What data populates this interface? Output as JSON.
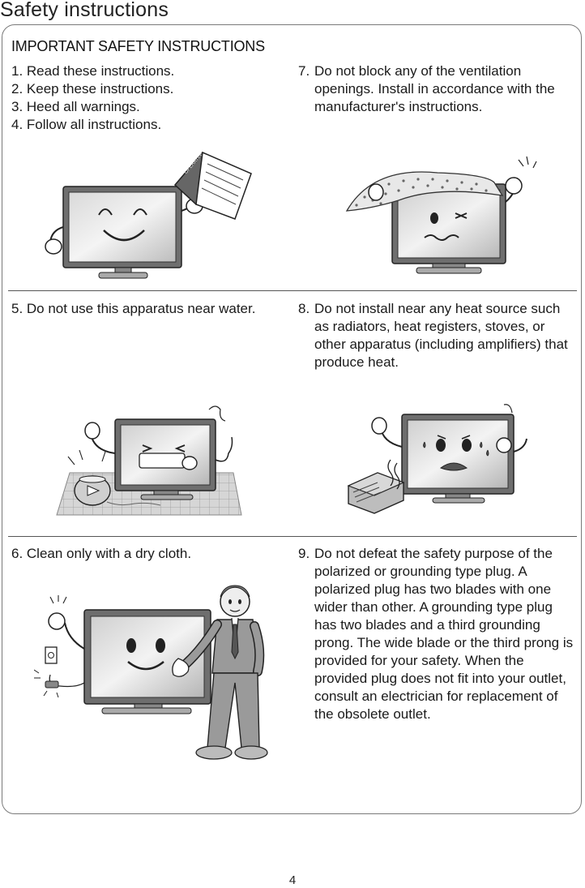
{
  "page": {
    "title": "Safety instructions",
    "heading": "IMPORTANT SAFETY INSTRUCTIONS",
    "page_number": "4"
  },
  "instructions_1_4": [
    "1. Read these instructions.",
    "2. Keep these instructions.",
    "3. Heed all warnings.",
    "4. Follow all instructions."
  ],
  "instruction_5": "5. Do not use this apparatus near water.",
  "instruction_6": "6. Clean only with a dry cloth.",
  "instruction_7": {
    "num": "7.",
    "text": "Do not block any of the ventilation openings. Install in accordance with the manufacturer's instructions."
  },
  "instruction_8": {
    "num": "8.",
    "text": "Do not install near any heat source such as radiators, heat registers, stoves, or other apparatus (including amplifiers) that produce heat."
  },
  "instruction_9": {
    "num": "9.",
    "text": "Do not defeat the safety purpose of the polarized or grounding type plug. A polarized plug has two blades with one wider than other. A grounding type plug has two blades and a third grounding prong. The wide blade or the third prong is provided for your safety. When the provided plug does not fit into your outlet, consult an electrician for replacement of the obsolete outlet."
  },
  "illustrations": {
    "manual_label": "OPERATING MANUAL"
  }
}
